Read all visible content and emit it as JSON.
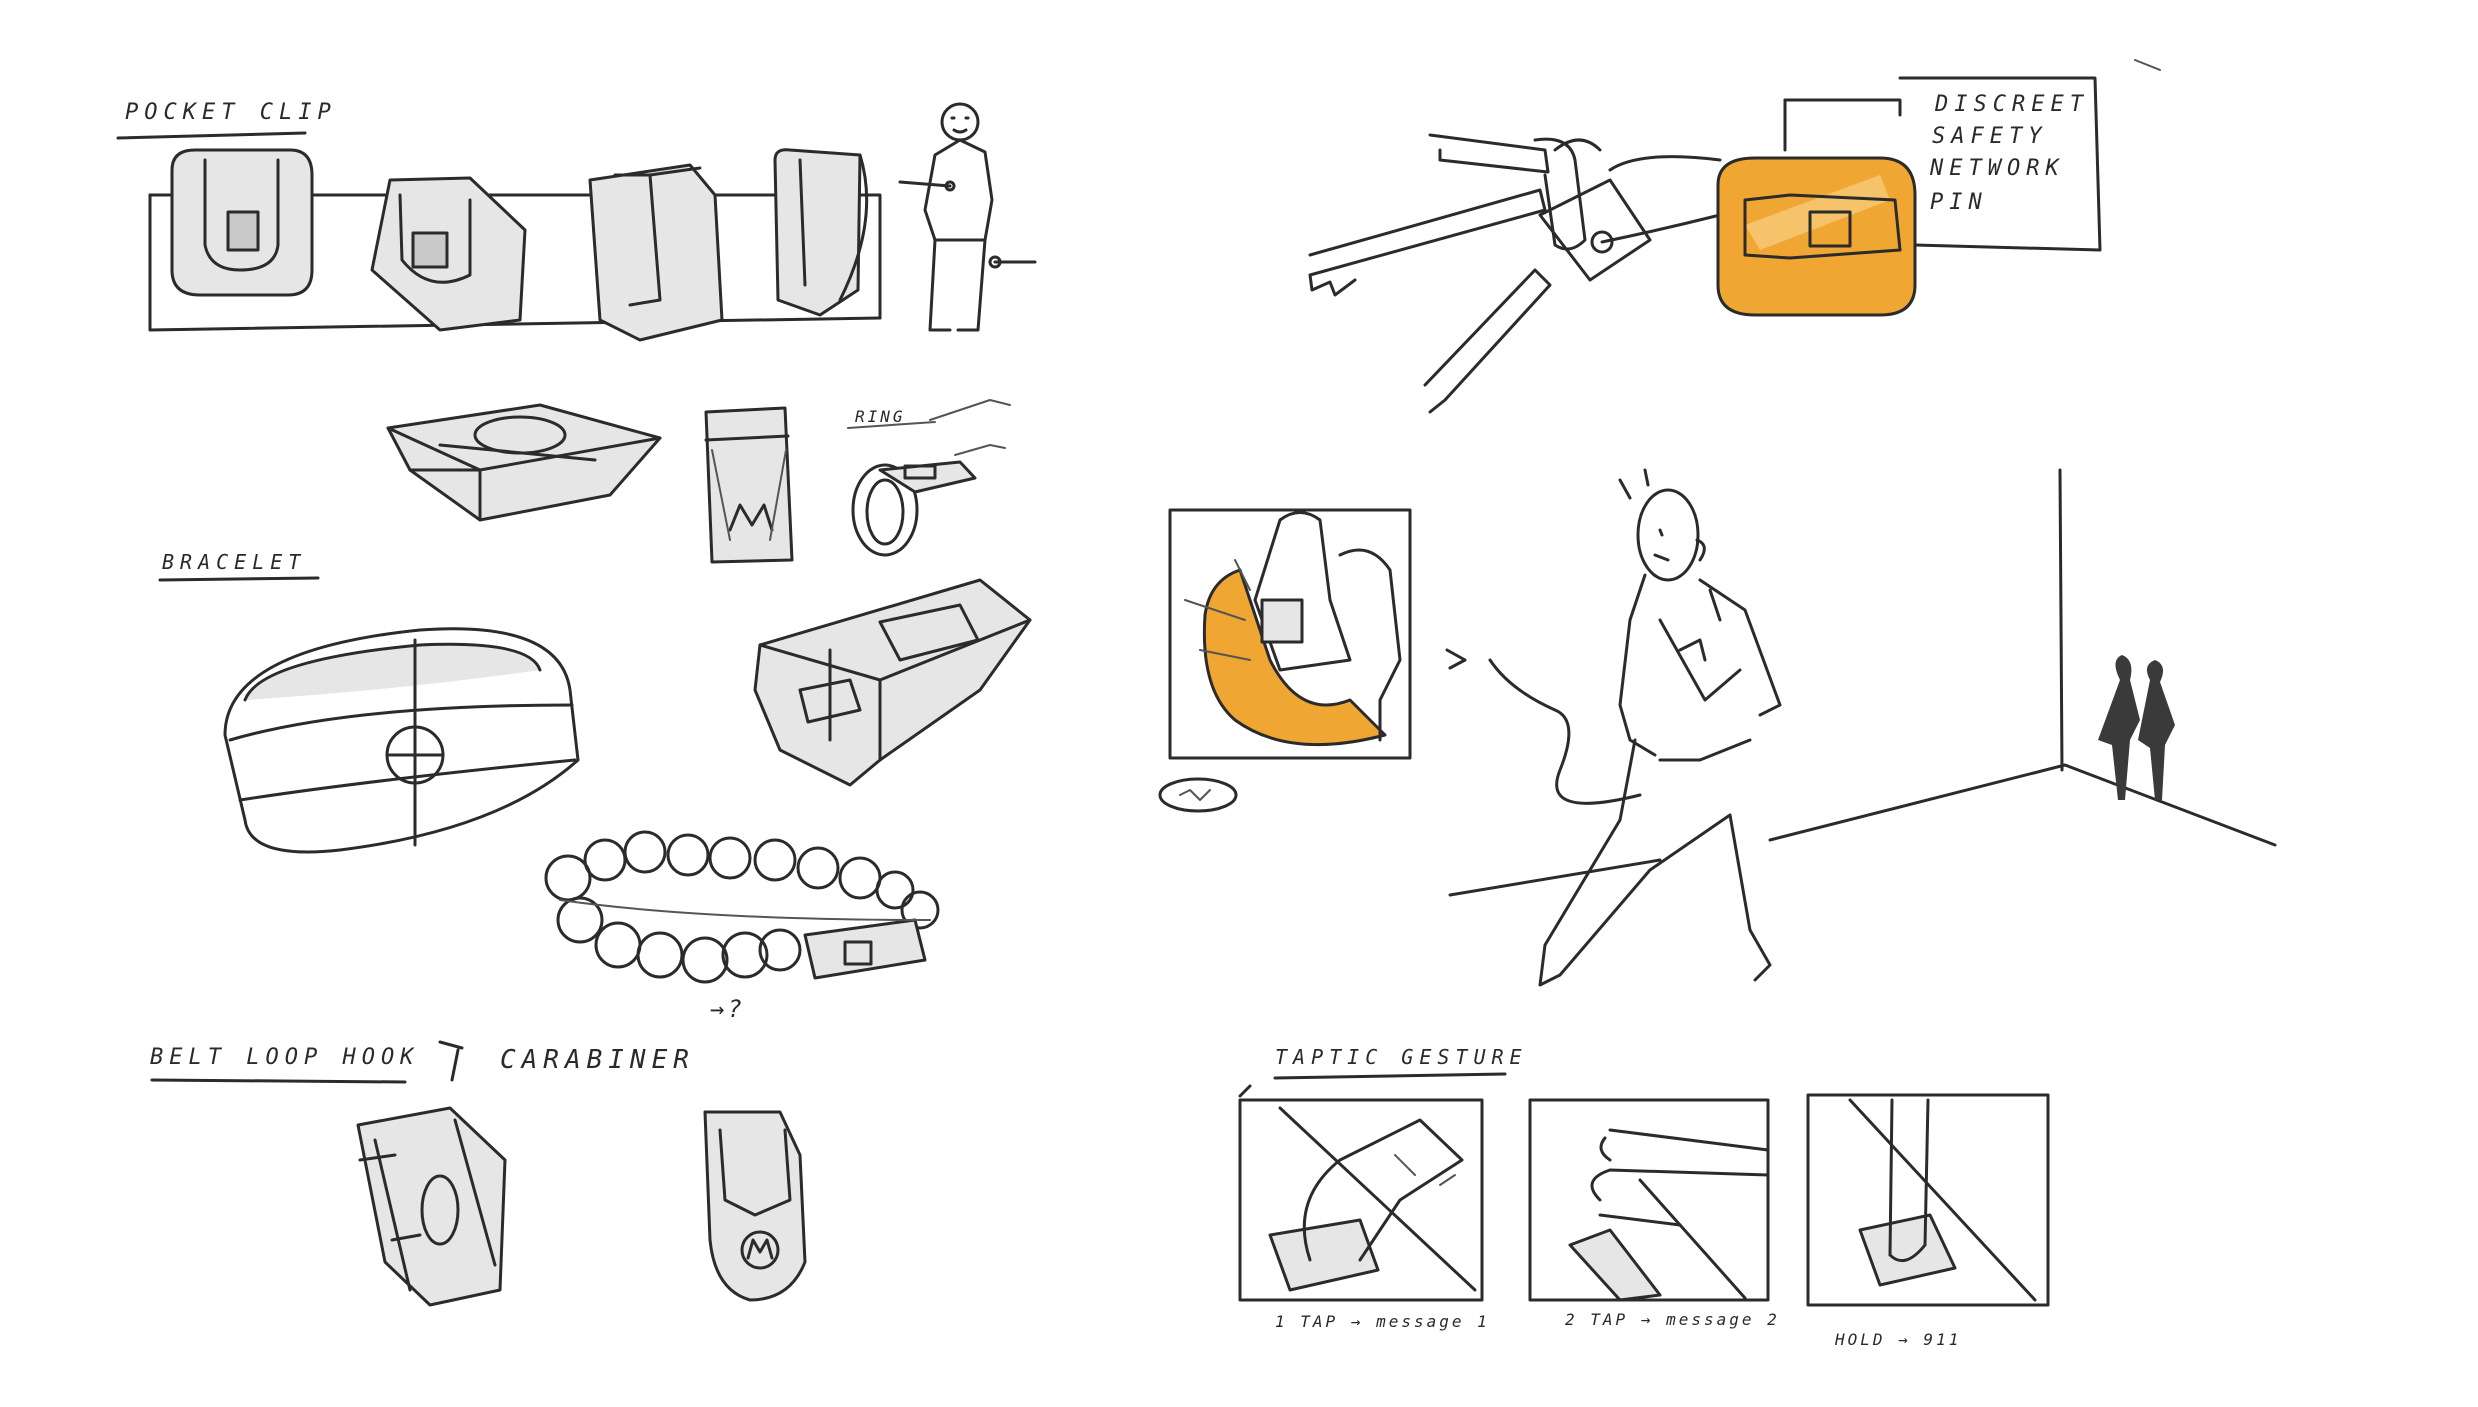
{
  "labels": {
    "pocket_clip": "POCKET CLIP",
    "ring": "RING",
    "bracelet": "BRACELET",
    "belt_loop_hook": "BELT LOOP HOOK",
    "carabiner": "CARABINER",
    "taptic_gesture": "TAPTIC GESTURE",
    "discreet_pin": [
      "DISCREET",
      "SAFETY",
      "NETWORK",
      "PIN"
    ],
    "one_tap": "1 TAP → message 1",
    "two_tap": "2 TAP → message 2",
    "hold": "HOLD → 911",
    "question": "→?"
  },
  "colors": {
    "ink": "#2b2b2b",
    "accent": "#f0a632",
    "marker_grey": "#e6e6e6"
  }
}
